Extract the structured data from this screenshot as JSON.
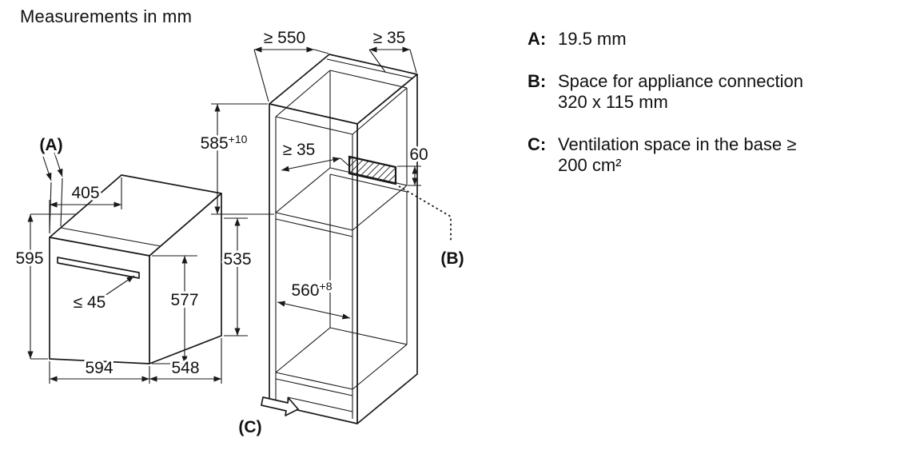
{
  "title": "Measurements in mm",
  "colors": {
    "ink": "#1a1a1a",
    "paper": "#ffffff"
  },
  "legend": {
    "a": {
      "key": "A:",
      "text": "19.5 mm"
    },
    "b": {
      "key": "B:",
      "line1": "Space for appliance connection",
      "line2": "320 x 115 mm"
    },
    "c": {
      "key": "C:",
      "line1": "Ventilation space in the base ≥",
      "line2": "200 cm²"
    }
  },
  "oven": {
    "callout_a": "(A)",
    "top_depth": "405",
    "height": "595",
    "handle_clearance": "≤ 45",
    "front_height": "577",
    "rear_height": "535",
    "width": "594",
    "depth": "548"
  },
  "cabinet": {
    "min_depth": "≥ 550",
    "rear_top_clearance": "≥ 35",
    "niche_height": "585",
    "niche_height_tol": "+10",
    "connection_side_clearance": "≥ 35",
    "connection_offset": "60",
    "callout_b": "(B)",
    "niche_width": "560",
    "niche_width_tol": "+8",
    "callout_c": "(C)"
  }
}
